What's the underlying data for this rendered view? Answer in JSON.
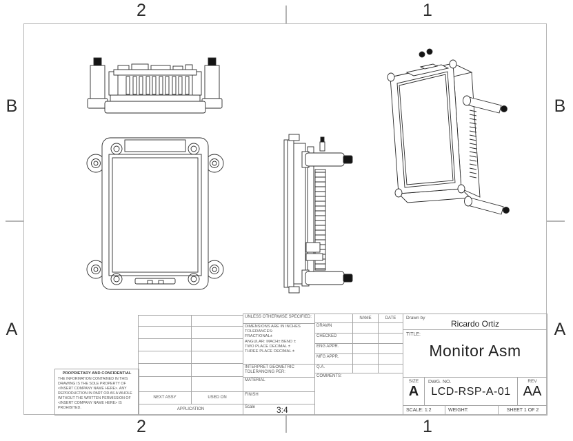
{
  "colors": {
    "sheet_line": "#b5b5b5",
    "table_line": "#a6a6a6",
    "drawing_line": "#2a2a2a",
    "text": "#4a4a4a",
    "text_dark": "#1f1f1f"
  },
  "zones": {
    "top_left": "2",
    "top_right": "1",
    "bottom_left": "2",
    "bottom_right": "1",
    "left_upper": "B",
    "left_lower": "A",
    "right_upper": "B",
    "right_lower": "A"
  },
  "views": {
    "names": [
      "top-view",
      "front-view",
      "side-view",
      "isometric-view"
    ]
  },
  "tolerances": {
    "header": "UNLESS OTHERWISE SPECIFIED:",
    "body": "DIMENSIONS ARE IN INCHES\nTOLERANCES:\nFRACTIONAL±\nANGULAR: MACH±    BEND ±\nTWO PLACE DECIMAL    ±\nTHREE PLACE DECIMAL  ±",
    "interpret": "INTERPRET GEOMETRIC\nTOLERANCING PER:",
    "material_label": "MATERIAL",
    "finish_label": "FINISH",
    "scale_label": "Scale",
    "scale_value": "3:4"
  },
  "approvals": {
    "name_header": "NAME",
    "date_header": "DATE",
    "rows": [
      "DRAWN",
      "CHECKED",
      "ENG APPR.",
      "MFG APPR.",
      "Q.A."
    ],
    "comments_label": "COMMENTS:"
  },
  "application": {
    "next_assy": "NEXT ASSY",
    "used_on": "USED ON",
    "label": "APPLICATION"
  },
  "proprietary": {
    "heading": "PROPRIETARY AND CONFIDENTIAL",
    "body": "THE INFORMATION CONTAINED IN THIS\nDRAWING IS THE SOLE PROPERTY OF\n<INSERT COMPANY NAME HERE>.  ANY\nREPRODUCTION IN PART OR AS A WHOLE\nWITHOUT THE WRITTEN PERMISSION OF\n<INSERT COMPANY NAME HERE> IS\nPROHIBITED."
  },
  "title_block": {
    "drawn_by_label": "Drawn by",
    "drawn_by_value": "Ricardo Ortiz",
    "title_label": "TITLE:",
    "title_value": "Monitor Asm",
    "size_label": "SIZE",
    "size_value": "A",
    "dwg_label": "DWG.  NO.",
    "dwg_value": "LCD-RSP-A-01",
    "rev_label": "REV",
    "rev_value": "AA",
    "scale": "SCALE: 1:2",
    "weight": "WEIGHT:",
    "sheet": "SHEET 1 OF 2"
  }
}
